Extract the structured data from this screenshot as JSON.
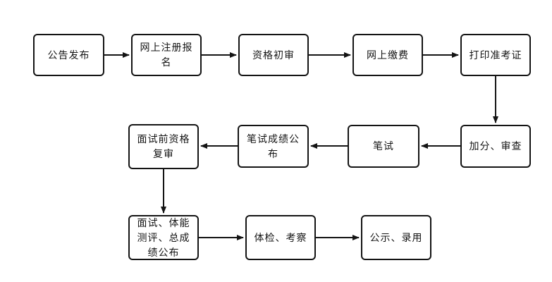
{
  "diagram": {
    "type": "flowchart",
    "background_color": "#ffffff",
    "node_border_color": "#141414",
    "node_fill_color": "#ffffff",
    "arrow_color": "#141414"
  },
  "nodes": [
    {
      "id": "announcement",
      "label": "公告发布"
    },
    {
      "id": "online-registration",
      "label": "网上注册报名"
    },
    {
      "id": "preliminary-qualification-review",
      "label": "资格初审"
    },
    {
      "id": "online-payment",
      "label": "网上缴费"
    },
    {
      "id": "print-admission-ticket",
      "label": "打印准考证"
    },
    {
      "id": "bonus-points-review",
      "label": "加分、审查"
    },
    {
      "id": "written-exam",
      "label": "笔试"
    },
    {
      "id": "written-exam-results",
      "label": "笔试成绩公布"
    },
    {
      "id": "pre-interview-qualification-recheck",
      "label": "面试前资格复审"
    },
    {
      "id": "interview-fitness-total-results",
      "label": "面试、体能测评、总成绩公布"
    },
    {
      "id": "physical-exam-inspection",
      "label": "体检、考察"
    },
    {
      "id": "publicity-employment",
      "label": "公示、录用"
    }
  ],
  "edges": [
    {
      "from": "announcement",
      "to": "online-registration"
    },
    {
      "from": "online-registration",
      "to": "preliminary-qualification-review"
    },
    {
      "from": "preliminary-qualification-review",
      "to": "online-payment"
    },
    {
      "from": "online-payment",
      "to": "print-admission-ticket"
    },
    {
      "from": "print-admission-ticket",
      "to": "bonus-points-review"
    },
    {
      "from": "bonus-points-review",
      "to": "written-exam"
    },
    {
      "from": "written-exam",
      "to": "written-exam-results"
    },
    {
      "from": "written-exam-results",
      "to": "pre-interview-qualification-recheck"
    },
    {
      "from": "pre-interview-qualification-recheck",
      "to": "interview-fitness-total-results"
    },
    {
      "from": "interview-fitness-total-results",
      "to": "physical-exam-inspection"
    },
    {
      "from": "physical-exam-inspection",
      "to": "publicity-employment"
    }
  ]
}
